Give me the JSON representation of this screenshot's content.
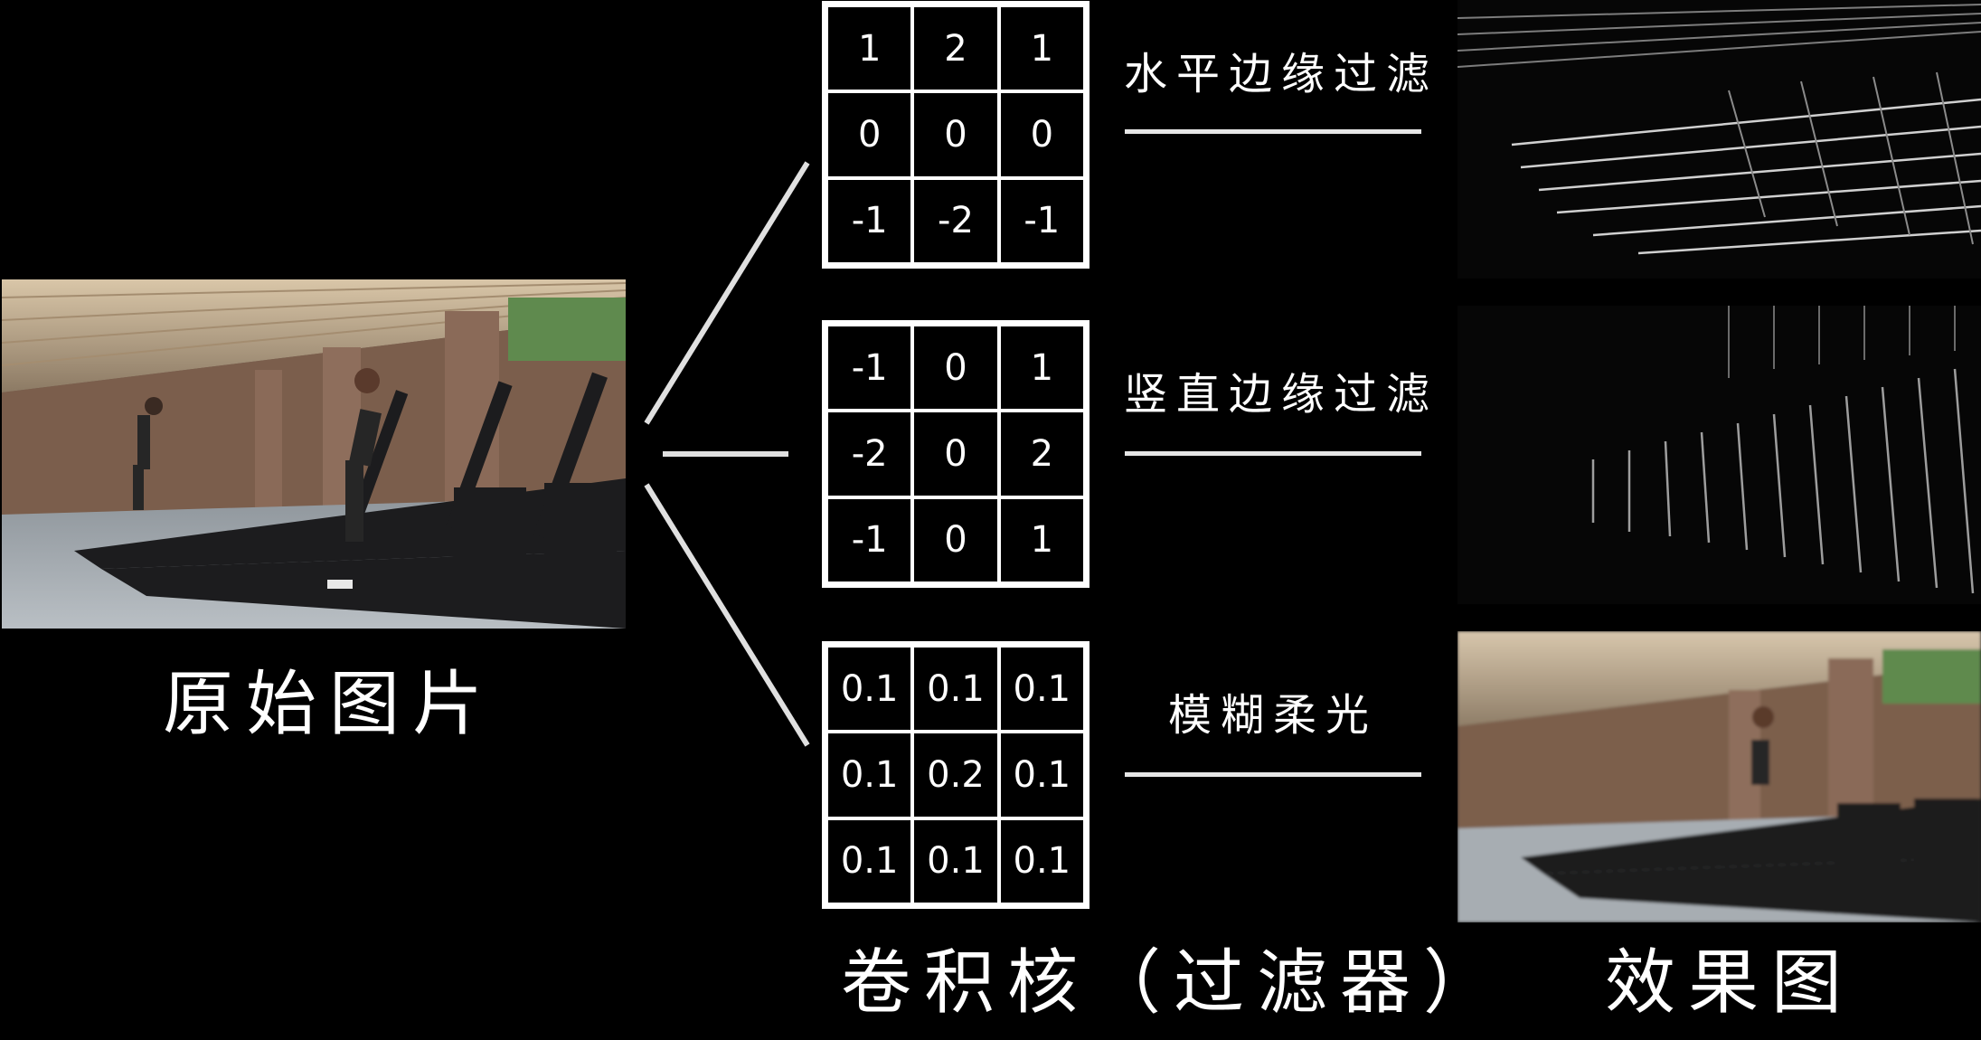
{
  "original": {
    "caption": "原始图片"
  },
  "kernels_caption": "卷积核（过滤器）",
  "results_caption": "效果图",
  "filters": [
    {
      "name": "水平边缘过滤",
      "kernel": [
        "1",
        "2",
        "1",
        "0",
        "0",
        "0",
        "-1",
        "-2",
        "-1"
      ]
    },
    {
      "name": "竖直边缘过滤",
      "kernel": [
        "-1",
        "0",
        "1",
        "-2",
        "0",
        "2",
        "-1",
        "0",
        "1"
      ]
    },
    {
      "name": "模糊柔光",
      "kernel": [
        "0.1",
        "0.1",
        "0.1",
        "0.1",
        "0.2",
        "0.1",
        "0.1",
        "0.1",
        "0.1"
      ]
    }
  ],
  "colors": {
    "background": "#000000",
    "foreground": "#ffffff",
    "line": "#e6e6e6"
  }
}
